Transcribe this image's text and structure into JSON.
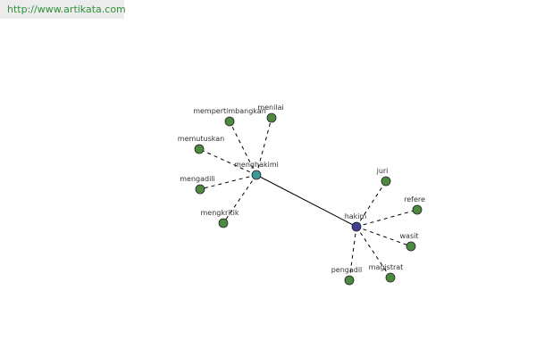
{
  "header": {
    "source_url": "http://www.artikata.com"
  },
  "colors": {
    "hub_node": "#3a9a9a",
    "center_node": "#3d3f8f",
    "leaf_node": "#4d8a3f",
    "node_stroke": "#222222",
    "edge": "#000000",
    "link_text": "#2f8f3a"
  },
  "graph": {
    "nodes": [
      {
        "id": "hakim",
        "label": "hakim",
        "role": "center"
      },
      {
        "id": "menghakimi",
        "label": "menghakimi",
        "role": "hub"
      },
      {
        "id": "mempertimbangkan",
        "label": "mempertimbangkan",
        "role": "leaf"
      },
      {
        "id": "menilai",
        "label": "menilai",
        "role": "leaf"
      },
      {
        "id": "memutuskan",
        "label": "memutuskan",
        "role": "leaf"
      },
      {
        "id": "mengadili",
        "label": "mengadili",
        "role": "leaf"
      },
      {
        "id": "mengkritik",
        "label": "mengkritik",
        "role": "leaf"
      },
      {
        "id": "juri",
        "label": "juri",
        "role": "leaf"
      },
      {
        "id": "refere",
        "label": "refere",
        "role": "leaf"
      },
      {
        "id": "wasit",
        "label": "wasit",
        "role": "leaf"
      },
      {
        "id": "magistrat",
        "label": "magistrat",
        "role": "leaf"
      },
      {
        "id": "pengadil",
        "label": "pengadil",
        "role": "leaf"
      }
    ],
    "edges": [
      {
        "from": "menghakimi",
        "to": "hakim",
        "style": "solid"
      },
      {
        "from": "menghakimi",
        "to": "mempertimbangkan",
        "style": "dashed"
      },
      {
        "from": "menghakimi",
        "to": "menilai",
        "style": "dashed"
      },
      {
        "from": "menghakimi",
        "to": "memutuskan",
        "style": "dashed"
      },
      {
        "from": "menghakimi",
        "to": "mengadili",
        "style": "dashed"
      },
      {
        "from": "menghakimi",
        "to": "mengkritik",
        "style": "dashed"
      },
      {
        "from": "hakim",
        "to": "juri",
        "style": "dashed"
      },
      {
        "from": "hakim",
        "to": "refere",
        "style": "dashed"
      },
      {
        "from": "hakim",
        "to": "wasit",
        "style": "dashed"
      },
      {
        "from": "hakim",
        "to": "magistrat",
        "style": "dashed"
      },
      {
        "from": "hakim",
        "to": "pengadil",
        "style": "dashed"
      }
    ]
  }
}
